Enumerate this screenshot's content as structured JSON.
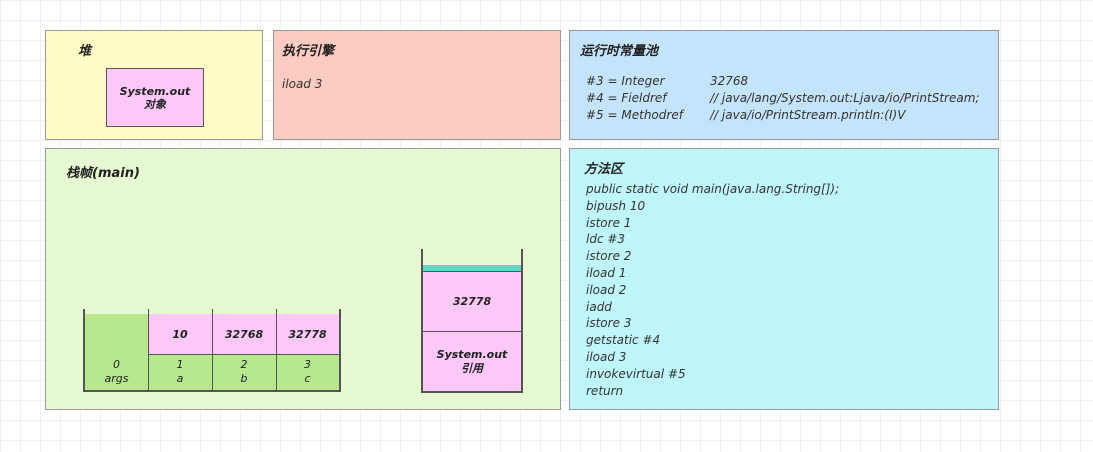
{
  "heap": {
    "title": "堆",
    "object_line1": "System.out",
    "object_line2": "对象"
  },
  "engine": {
    "title": "执行引擎",
    "instruction": "iload 3"
  },
  "constant_pool": {
    "title": "运行时常量池",
    "entries": [
      {
        "ref": "#3 = Integer",
        "value": "32768"
      },
      {
        "ref": "#4 = Fieldref",
        "value": "// java/lang/System.out:Ljava/io/PrintStream;"
      },
      {
        "ref": "#5 = Methodref",
        "value": "// java/io/PrintStream.println:(I)V"
      }
    ]
  },
  "frame": {
    "title": "栈帧(main)",
    "locals": [
      {
        "value": "",
        "index": "0",
        "name": "args"
      },
      {
        "value": "10",
        "index": "1",
        "name": "a"
      },
      {
        "value": "32768",
        "index": "2",
        "name": "b"
      },
      {
        "value": "32778",
        "index": "3",
        "name": "c"
      }
    ],
    "operand_stack": {
      "top_value": "32778",
      "bottom_line1": "System.out",
      "bottom_line2": "引用"
    }
  },
  "method_area": {
    "title": "方法区",
    "lines": [
      "public static void main(java.lang.String[]);",
      "bipush 10",
      "istore 1",
      "ldc #3",
      "istore 2",
      "iload 1",
      "iload 2",
      "iadd",
      "istore 3",
      "getstatic #4",
      "iload 3",
      "invokevirtual #5",
      "return"
    ]
  }
}
